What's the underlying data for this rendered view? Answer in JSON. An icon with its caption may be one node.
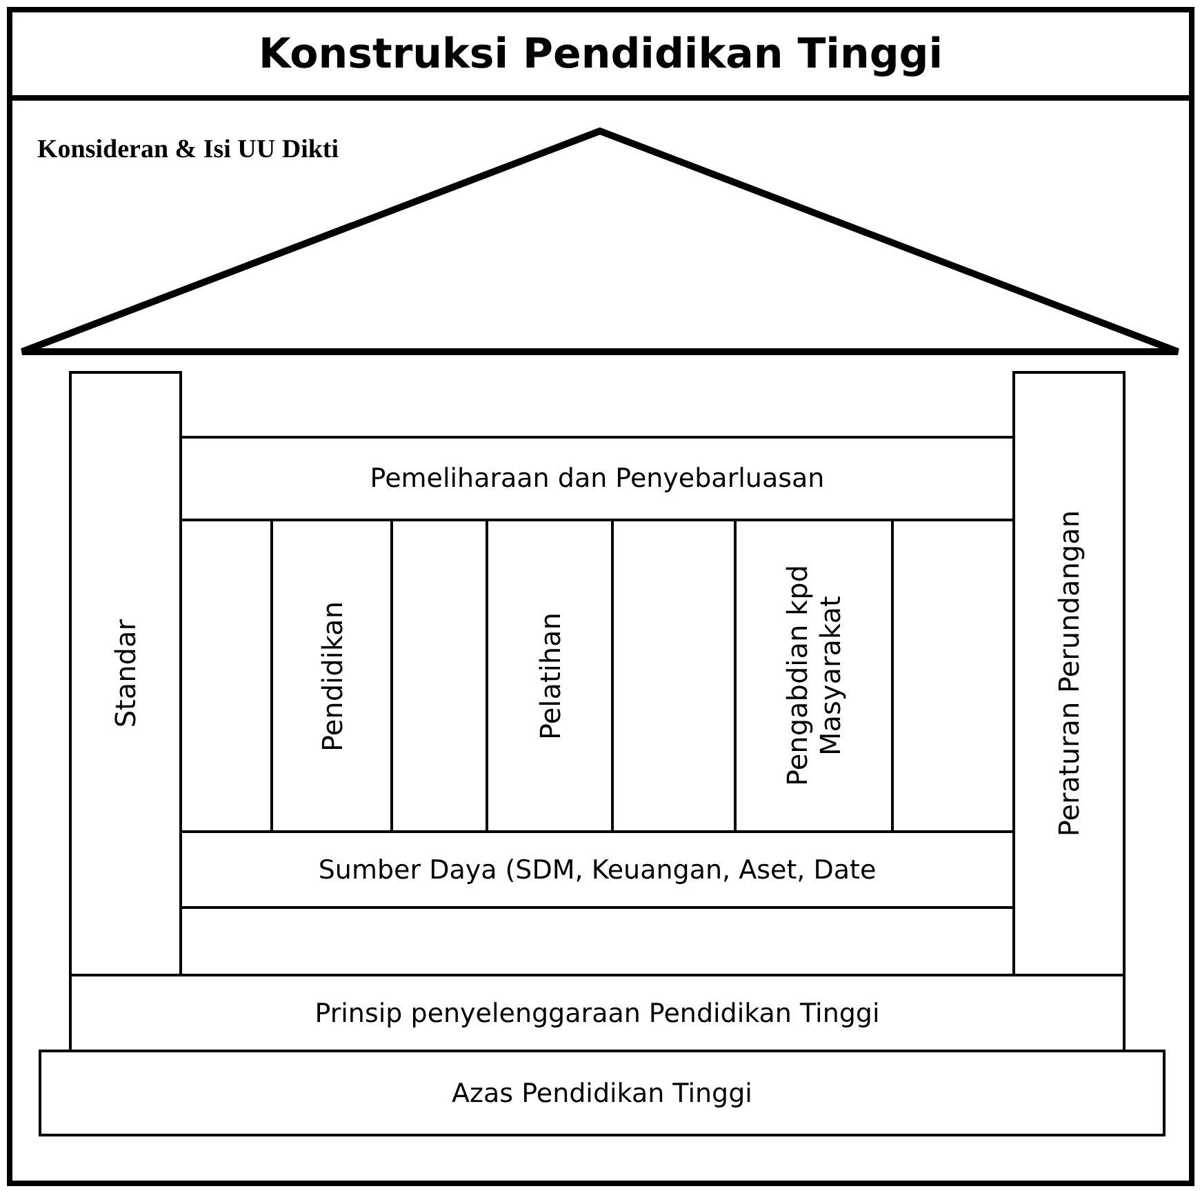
{
  "diagram": {
    "title": "Konstruksi Pendidikan Tinggi",
    "nodes": [
      {
        "text": [
          "Konsideran & Isi UU Dikti"
        ]
      },
      {
        "text": [
          "Standar"
        ]
      },
      {
        "text": [
          "Pemeliharaan dan Penyebarluasan"
        ]
      },
      {
        "text": [
          "Pendidikan"
        ]
      },
      {
        "text": [
          "Pelatihan"
        ]
      },
      {
        "text": [
          "Pengabdian kpd Masyarakat"
        ]
      },
      {
        "text": [
          "Peraturan Perundangan"
        ]
      },
      {
        "text": [
          "Sumber Daya (SDM, Keuangan, Aset, Date"
        ]
      },
      {
        "text": [
          "Prinsip penyelenggaraan Pendidikan Tinggi"
        ]
      },
      {
        "text": [
          "Azas Pendidikan Tinggi"
        ]
      }
    ]
  }
}
